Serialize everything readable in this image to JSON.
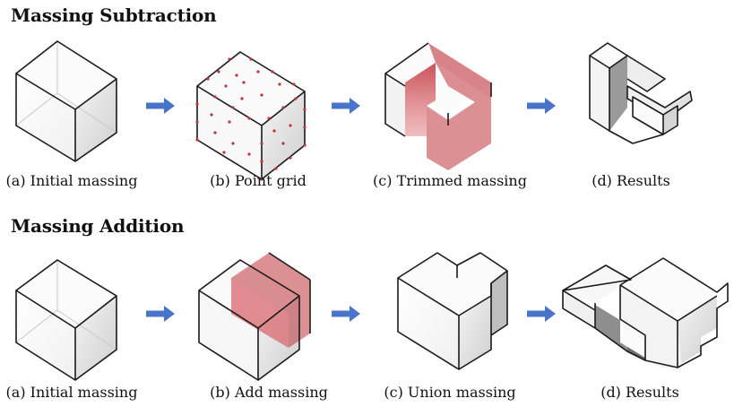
{
  "sections": {
    "subtraction": {
      "title": "Massing Subtraction",
      "captions": [
        "(a) Initial massing",
        "(b) Point grid",
        "(c) Trimmed massing",
        "(d) Results"
      ]
    },
    "addition": {
      "title": "Massing Addition",
      "captions": [
        "(a) Initial massing",
        "(b) Add massing",
        "(c) Union massing",
        "(d) Results"
      ]
    }
  },
  "colors": {
    "arrow": "#4a74c9",
    "accent_red": "#c0343c",
    "edge": "#1a1a1a"
  }
}
